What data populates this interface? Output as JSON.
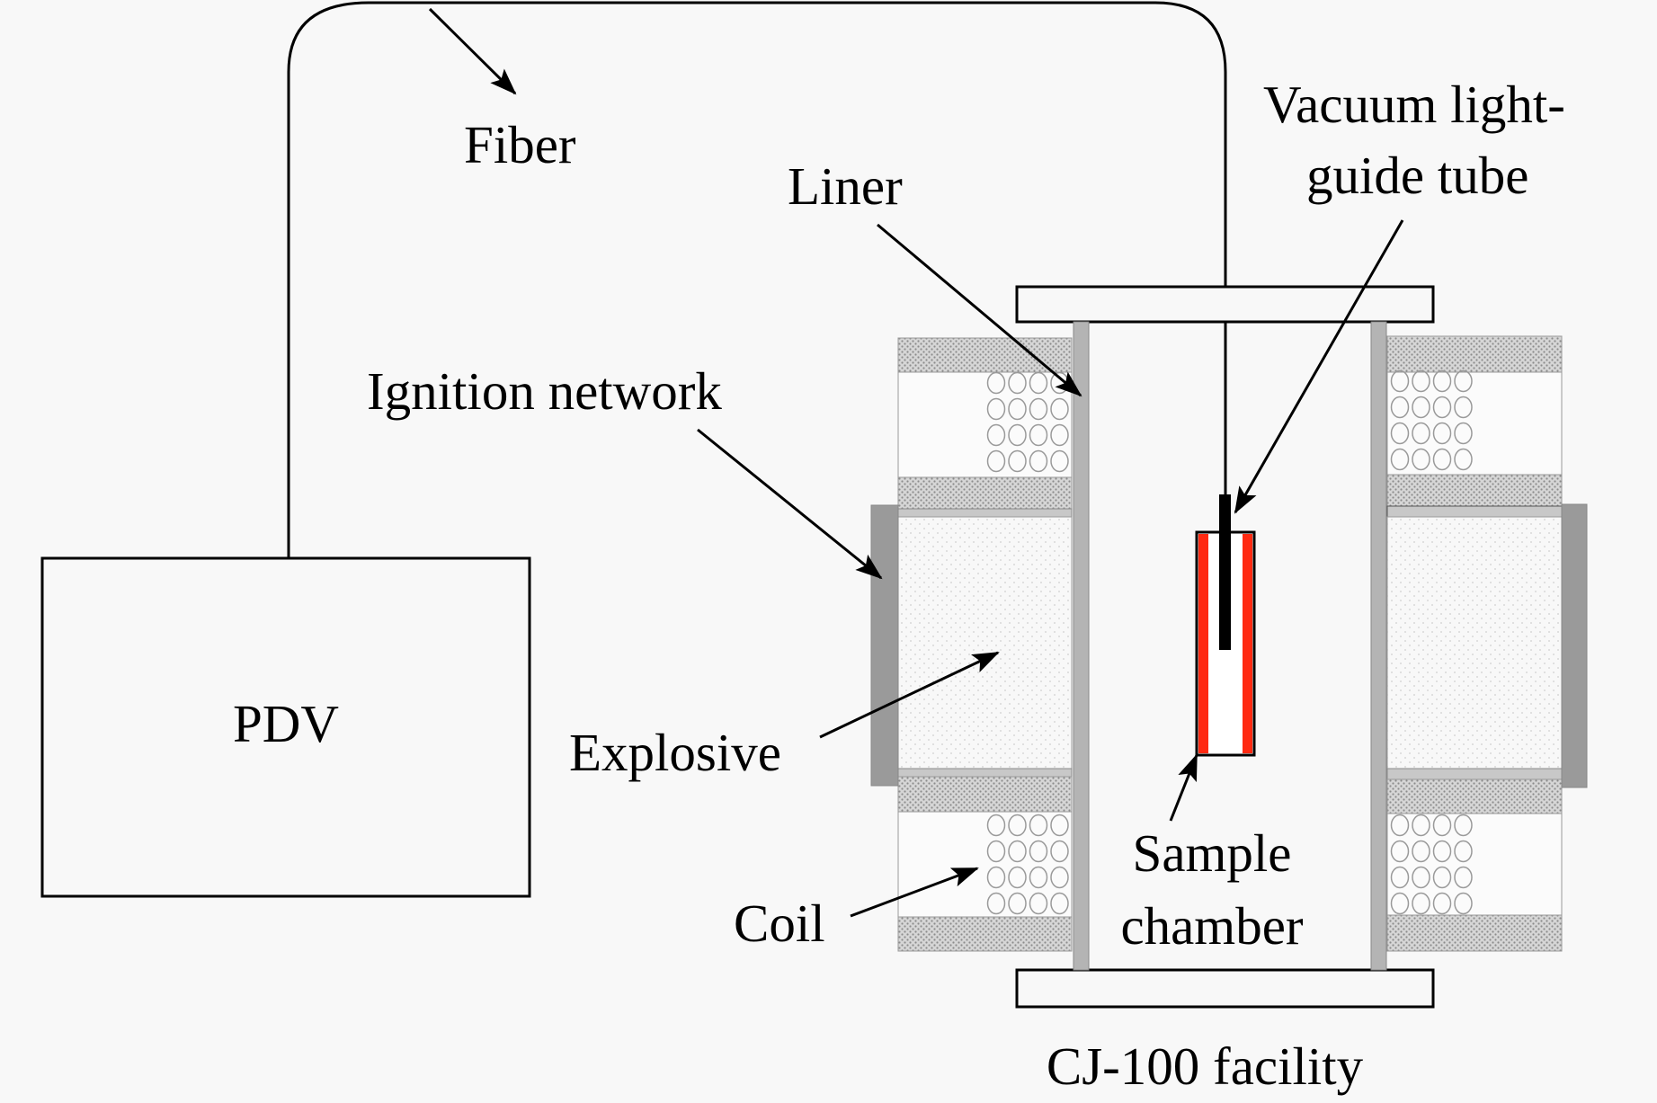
{
  "diagram": {
    "title": "Experimental setup: PDV measurement on CJ-100 facility",
    "labels": {
      "fiber": "Fiber",
      "liner": "Liner",
      "vacuum_line1": "Vacuum light-",
      "vacuum_line2": "guide tube",
      "ignition": "Ignition network",
      "pdv": "PDV",
      "explosive": "Explosive",
      "coil": "Coil",
      "sample_line1": "Sample",
      "sample_line2": "chamber",
      "facility": "CJ-100 facility"
    },
    "colors": {
      "background": "#f8f8f8",
      "line": "#000000",
      "liner": "#b4b4b4",
      "ignition": "#9a9a9a",
      "hatch": "#c8c8c8",
      "sample_wall": "#ff2a12"
    }
  }
}
